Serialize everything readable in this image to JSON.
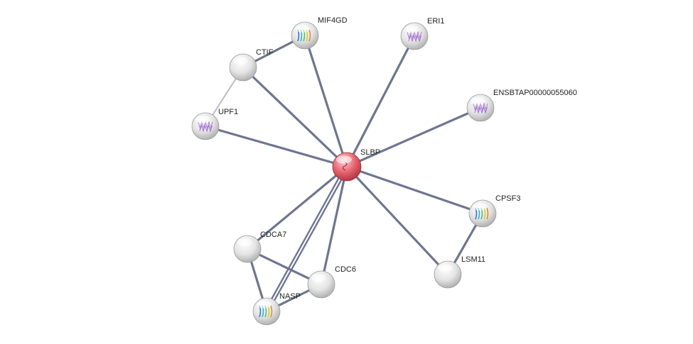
{
  "network": {
    "center": "SLBP",
    "nodes": [
      {
        "id": "SLBP",
        "label": "SLBP",
        "query": true,
        "structure": "small"
      },
      {
        "id": "MIF4GD",
        "label": "MIF4GD",
        "structure": "rainbow"
      },
      {
        "id": "ERI1",
        "label": "ERI1",
        "structure": "purple"
      },
      {
        "id": "CTIF",
        "label": "CTIF",
        "structure": "none"
      },
      {
        "id": "UPF1",
        "label": "UPF1",
        "structure": "purple"
      },
      {
        "id": "ENSBTAP00000055060",
        "label": "ENSBTAP00000055060",
        "structure": "purple"
      },
      {
        "id": "CPSF3",
        "label": "CPSF3",
        "structure": "rainbow"
      },
      {
        "id": "LSM11",
        "label": "LSM11",
        "structure": "none"
      },
      {
        "id": "CDCA7",
        "label": "CDCA7",
        "structure": "none"
      },
      {
        "id": "CDC6",
        "label": "CDC6",
        "structure": "none"
      },
      {
        "id": "NASP",
        "label": "NASP",
        "structure": "rainbow"
      }
    ],
    "edges": [
      {
        "source": "SLBP",
        "target": "MIF4GD"
      },
      {
        "source": "SLBP",
        "target": "ERI1"
      },
      {
        "source": "SLBP",
        "target": "CTIF"
      },
      {
        "source": "SLBP",
        "target": "UPF1"
      },
      {
        "source": "SLBP",
        "target": "ENSBTAP00000055060"
      },
      {
        "source": "SLBP",
        "target": "CPSF3"
      },
      {
        "source": "SLBP",
        "target": "LSM11"
      },
      {
        "source": "SLBP",
        "target": "CDCA7"
      },
      {
        "source": "SLBP",
        "target": "CDC6"
      },
      {
        "source": "SLBP",
        "target": "NASP",
        "double": true
      },
      {
        "source": "CTIF",
        "target": "MIF4GD"
      },
      {
        "source": "CTIF",
        "target": "UPF1",
        "light": true
      },
      {
        "source": "CPSF3",
        "target": "LSM11"
      },
      {
        "source": "CDCA7",
        "target": "CDC6"
      },
      {
        "source": "CDCA7",
        "target": "NASP"
      },
      {
        "source": "CDC6",
        "target": "NASP"
      }
    ],
    "colors": {
      "edge": "#6f7590",
      "edge_light": "#b8bccb",
      "query_node": "#e4626e",
      "node": "#d8d8d8",
      "label": "#222222"
    }
  }
}
